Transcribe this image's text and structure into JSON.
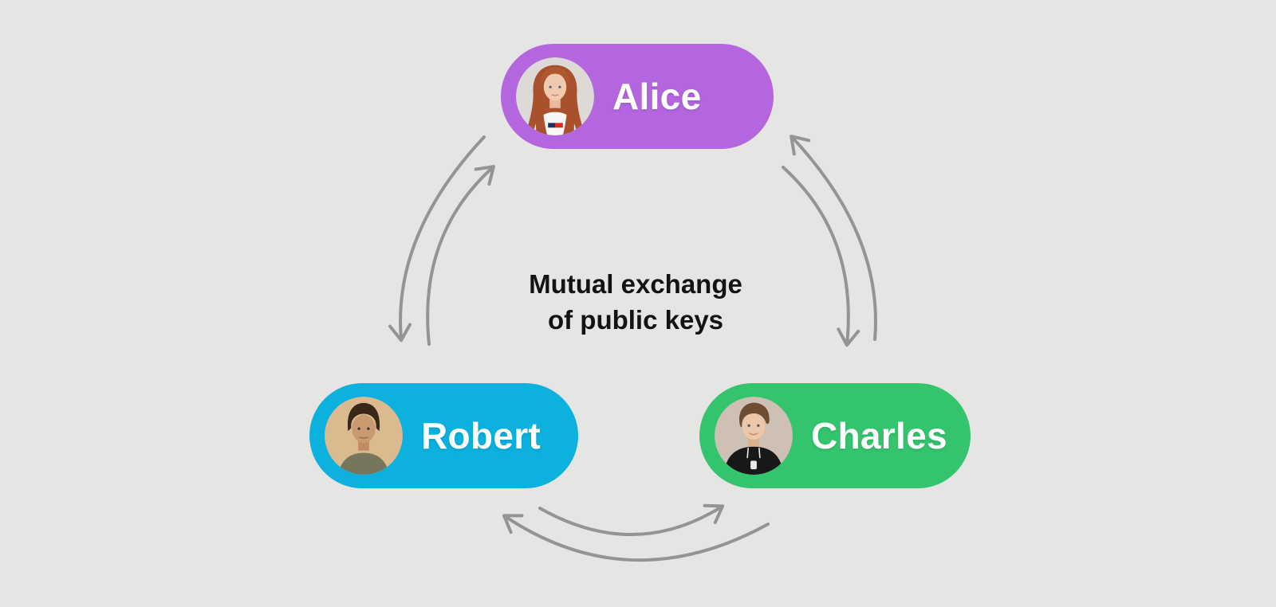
{
  "background_color": "#e5e5e3",
  "caption": {
    "line1": "Mutual exchange",
    "line2": "of public keys"
  },
  "people": [
    {
      "name": "Alice",
      "pill_color": "#b366de",
      "avatar": "woman-red-hair-white-tshirt"
    },
    {
      "name": "Robert",
      "pill_color": "#0db1de",
      "avatar": "man-dark-hair-olive-shirt"
    },
    {
      "name": "Charles",
      "pill_color": "#35c46e",
      "avatar": "man-brown-hair-black-hoodie"
    }
  ],
  "arrows": {
    "color": "#959494",
    "links": [
      {
        "from": "Alice",
        "to": "Robert"
      },
      {
        "from": "Robert",
        "to": "Alice"
      },
      {
        "from": "Charles",
        "to": "Alice"
      },
      {
        "from": "Alice",
        "to": "Charles"
      },
      {
        "from": "Robert",
        "to": "Charles"
      },
      {
        "from": "Charles",
        "to": "Robert"
      }
    ]
  }
}
